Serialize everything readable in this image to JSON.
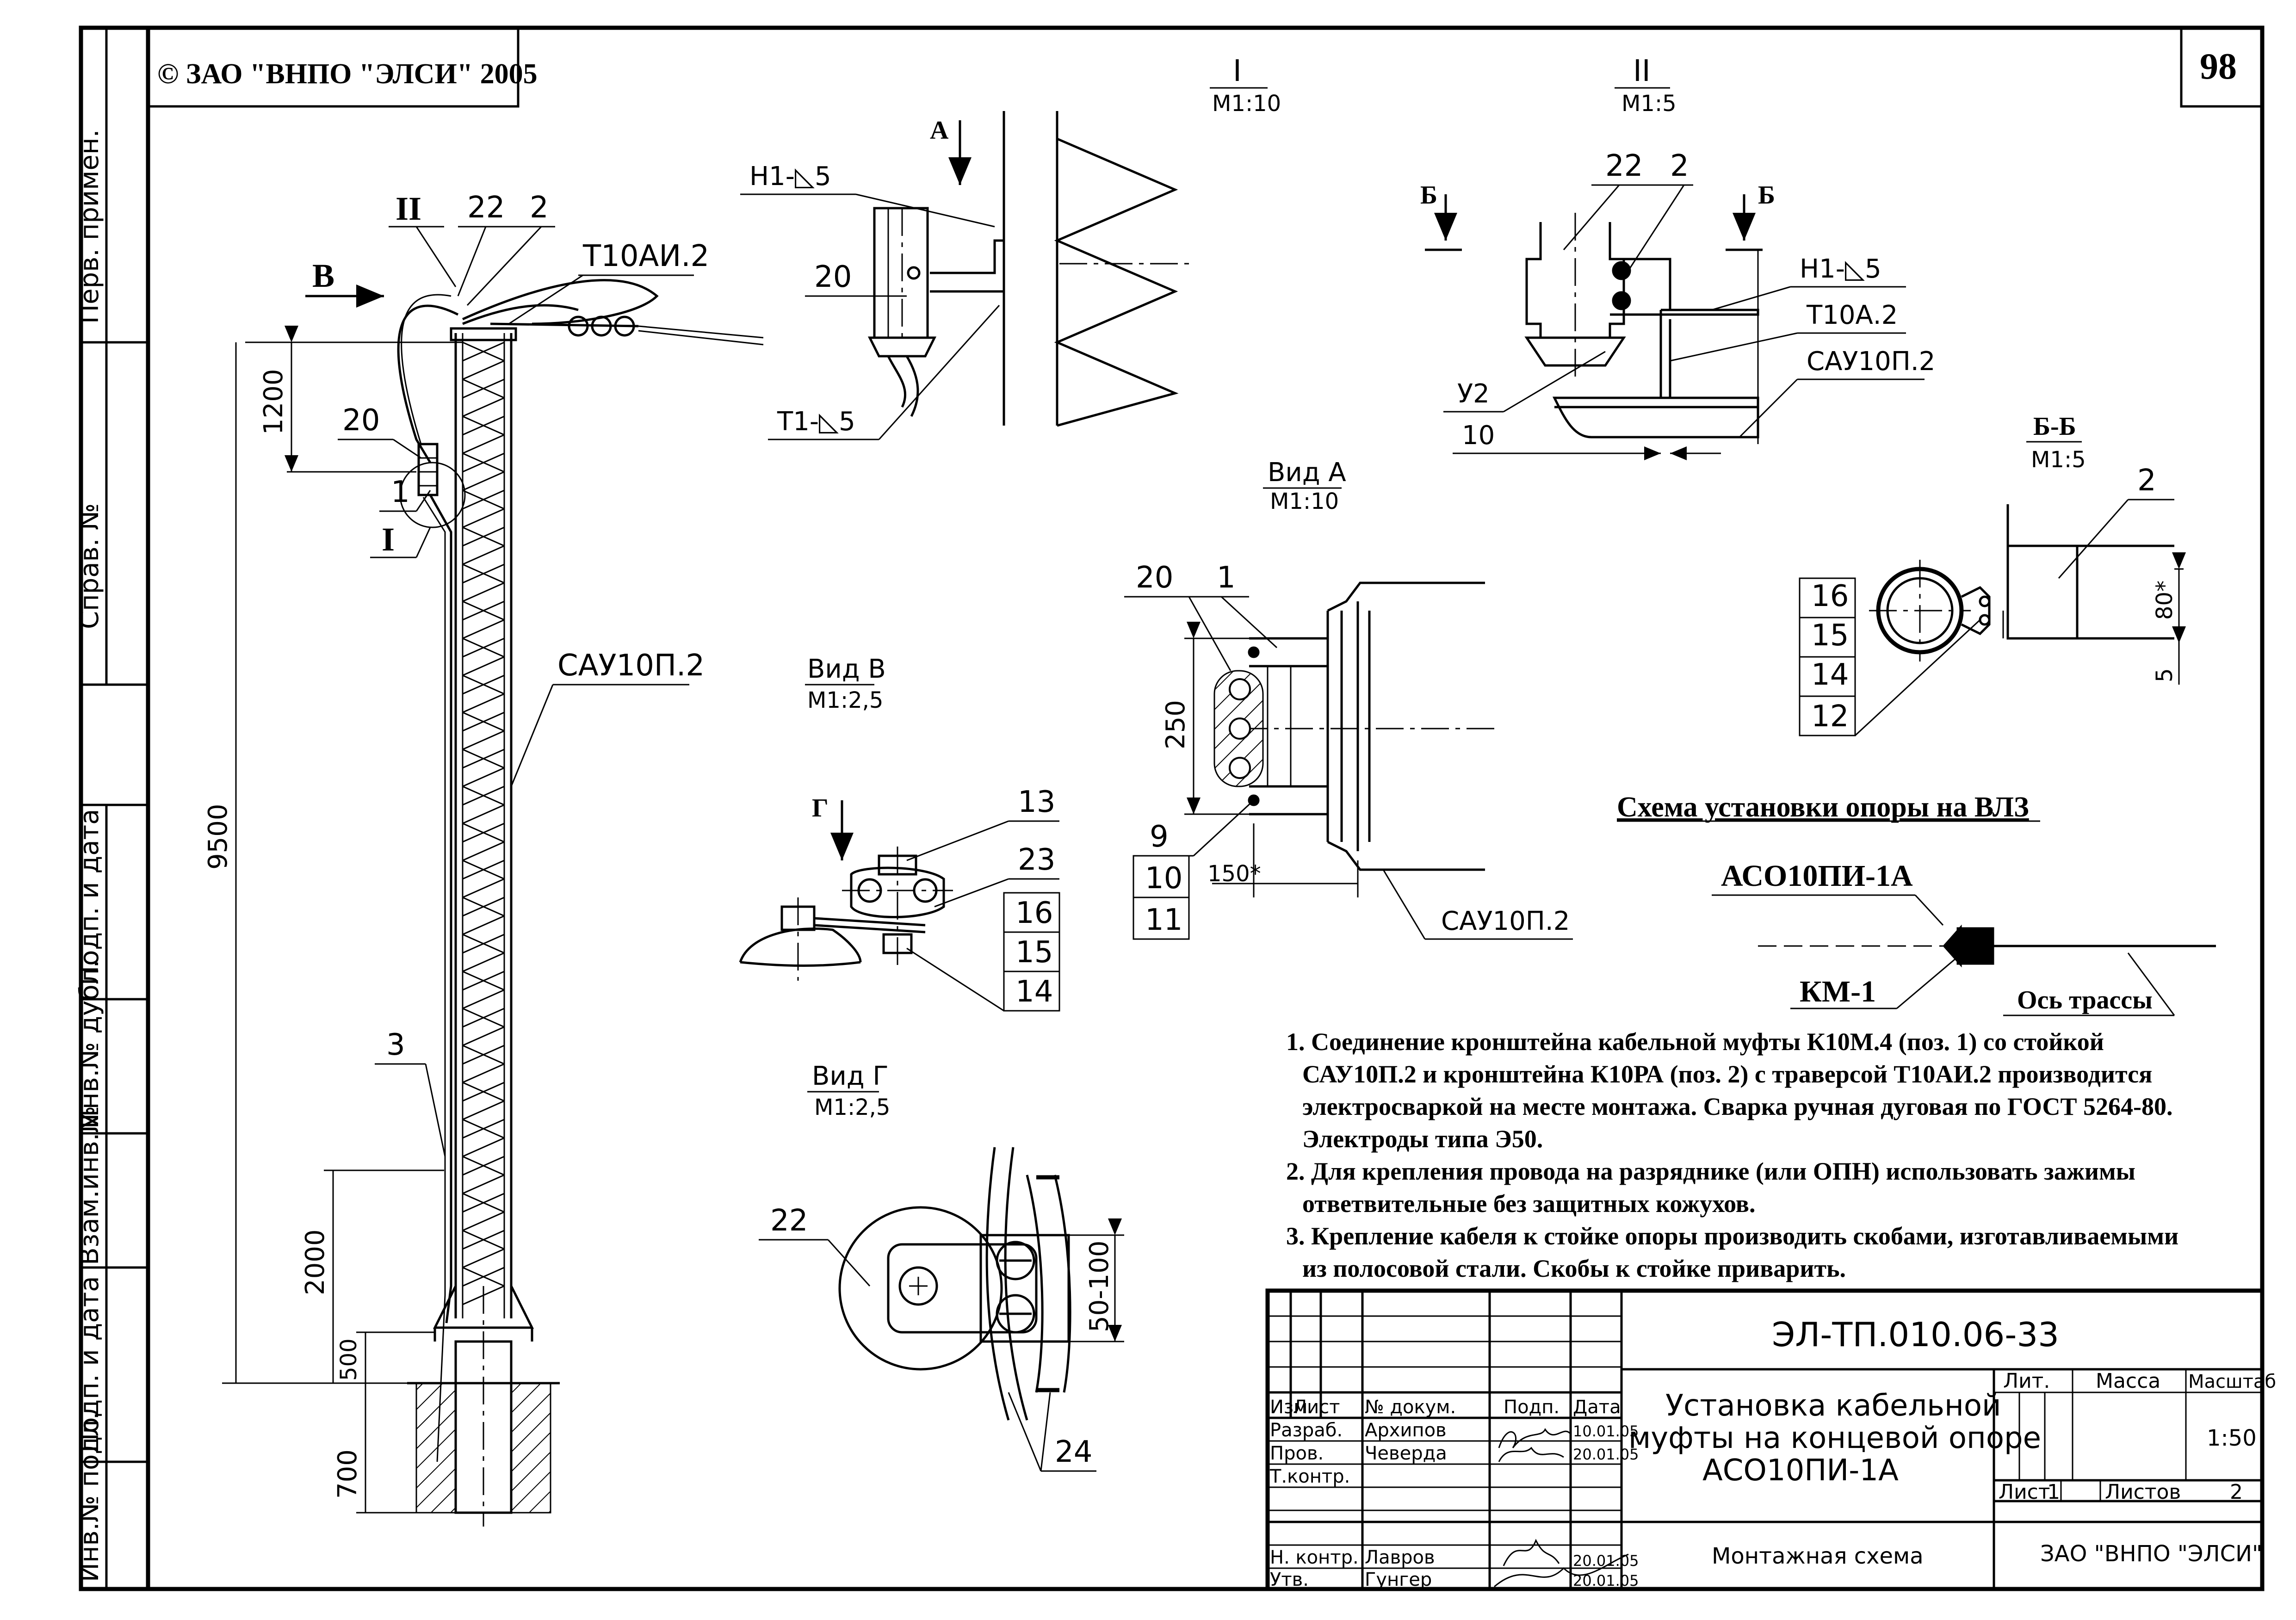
{
  "copyright": "© ЗАО \"ВНПО \"ЭЛСИ\" 2005",
  "page_number": "98",
  "side_stamps": {
    "perv_primen": "Перв. примен.",
    "sprav_no": "Справ. №",
    "podp_i_data_1": "Подп. и дата",
    "inv_no_dubl": "Инв.№ дубл.",
    "vzam_inv_no": "Взам.инв.№",
    "podp_i_data_2": "Подп. и дата",
    "inv_no_podl": "Инв.№ подл."
  },
  "main_view": {
    "callout_ii": "II",
    "callout_i": "I",
    "view_b": "В",
    "pos_22": "22",
    "pos_2": "2",
    "pos_20": "20",
    "pos_1": "1",
    "pos_3": "3",
    "traverse": "Т10АИ.2",
    "stand": "САУ10П.2",
    "dim_1200": "1200",
    "dim_9500": "9500",
    "dim_2000": "2000",
    "dim_500": "500",
    "dim_700": "700"
  },
  "detail_i": {
    "title": "I",
    "scale": "М1:10",
    "arrow_a": "А",
    "weld_top": "Н1-◺5",
    "weld_bottom": "Т1-◺5",
    "pos_20": "20"
  },
  "detail_ii": {
    "title": "II",
    "scale": "М1:5",
    "section_b": "Б",
    "pos_22": "22",
    "pos_2": "2",
    "weld": "Н1-◺5",
    "traverse": "Т10А.2",
    "stand": "САУ10П.2",
    "u2": "У2",
    "dim_10": "10"
  },
  "view_a": {
    "title": "Вид А",
    "scale": "М1:10",
    "pos_20": "20",
    "pos_1": "1",
    "pos_9": "9",
    "pos_10": "10",
    "pos_11": "11",
    "dim_250": "250",
    "dim_150": "150*",
    "stand": "САУ10П.2"
  },
  "section_bb": {
    "title": "Б-Б",
    "scale": "М1:5",
    "pos_2": "2",
    "pos_16": "16",
    "pos_15": "15",
    "pos_14": "14",
    "pos_12": "12",
    "dim_80": "80*",
    "dim_5": "5"
  },
  "view_v": {
    "title": "Вид В",
    "scale": "М1:2,5",
    "arrow_g": "Г",
    "pos_13": "13",
    "pos_23": "23",
    "pos_16": "16",
    "pos_15": "15",
    "pos_14": "14"
  },
  "view_g": {
    "title": "Вид Г",
    "scale": "М1:2,5",
    "pos_22": "22",
    "pos_24": "24",
    "dim_50_100": "50-100"
  },
  "vlz_scheme": {
    "title": "Схема установки опоры на ВЛЗ",
    "support": "АСО10ПИ-1А",
    "km": "КМ-1",
    "axis": "Ось трассы"
  },
  "notes": [
    "1. Соединение кронштейна кабельной муфты К10М.4 (поз. 1) со стойкой",
    "САУ10П.2  и кронштейна  К10РА (поз. 2) с траверсой Т10АИ.2 производится",
    "электросваркой на месте монтажа. Сварка ручная дуговая по ГОСТ 5264-80.",
    "Электроды типа Э50.",
    "2. Для крепления провода на разряднике (или ОПН) использовать зажимы",
    "ответвительные без защитных кожухов.",
    "3. Крепление кабеля к стойке опоры производить скобами, изготавливаемыми",
    "из полосовой стали. Скобы к стойке приварить."
  ],
  "title_block": {
    "doc_code": "ЭЛ-ТП.010.06-33",
    "title_line1": "Установка кабельной",
    "title_line2": "муфты на концевой опоре",
    "title_line3": "АСО10ПИ-1А",
    "subtitle": "Монтажная схема",
    "org": "ЗАО \"ВНПО \"ЭЛСИ\"",
    "hdr_izm": "Изм",
    "hdr_list": "Лист",
    "hdr_doc": "№ докум.",
    "hdr_podp": "Подп.",
    "hdr_data": "Дата",
    "hdr_lit": "Лит.",
    "hdr_massa": "Масса",
    "hdr_masshtab": "Масштаб",
    "masshtab": "1:50",
    "list_label": "Лист",
    "list_val": "1",
    "listov_label": "Листов",
    "listov_val": "2",
    "roles": [
      {
        "role": "Разраб.",
        "name": "Архипов"
      },
      {
        "role": "Пров.",
        "name": "Чеверда"
      },
      {
        "role": "Т.контр.",
        "name": ""
      },
      {
        "role": "",
        "name": ""
      },
      {
        "role": "Н. контр.",
        "name": "Лавров"
      },
      {
        "role": "Утв.",
        "name": "Гунгер"
      }
    ]
  }
}
